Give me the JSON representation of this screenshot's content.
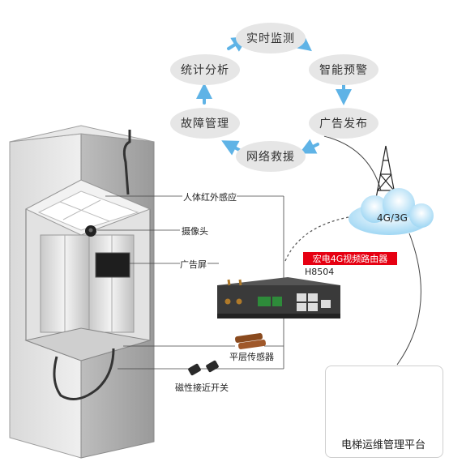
{
  "cycle": {
    "realtime": "实时监测",
    "warning": "智能预警",
    "broadcast": "广告发布",
    "rescue": "网络救援",
    "fault": "故障管理",
    "stats": "统计分析"
  },
  "elevator": {
    "infrared": "人体红外感应",
    "camera": "摄像头",
    "screen": "广告屏",
    "floor_sensor": "平层传感器",
    "magnetic_switch": "磁性接近开关"
  },
  "router": {
    "name": "宏电4G视频路由器",
    "model": "H8504"
  },
  "network": "4G/3G",
  "platform": "电梯运维管理平台",
  "colors": {
    "bubble": "#e6e6e6",
    "arrow": "#5fb3e6",
    "router_label": "#e60012",
    "cloud": "#8fd0f2"
  }
}
